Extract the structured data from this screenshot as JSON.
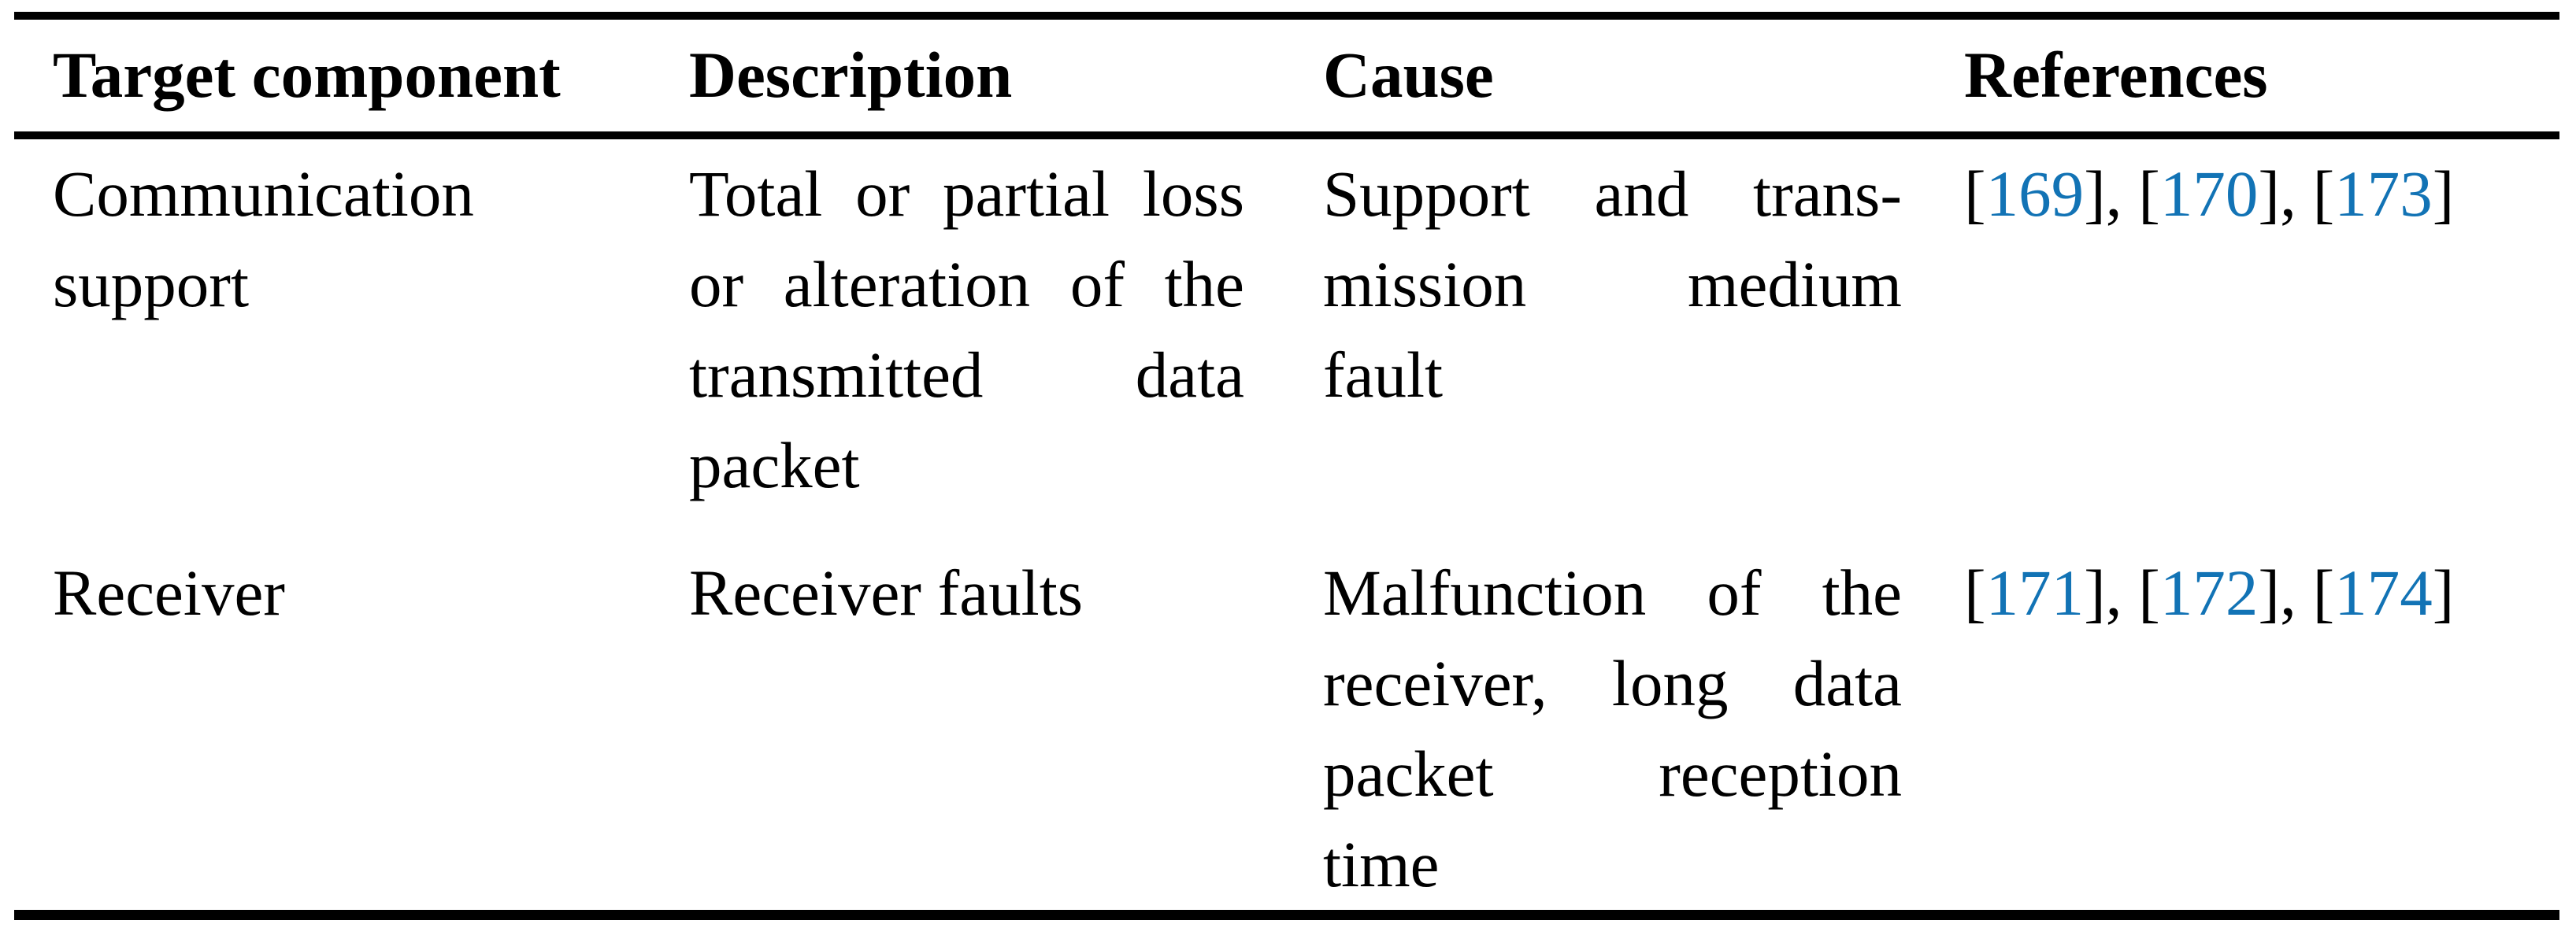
{
  "page": {
    "background": "#ffffff",
    "kind": "academic-paper-table"
  },
  "colors": {
    "text": "#000000",
    "rule": "#000000",
    "citation": "#1273b5"
  },
  "table": {
    "columns": [
      {
        "label": "Target component"
      },
      {
        "label": "Description"
      },
      {
        "label": "Cause"
      },
      {
        "label": "References"
      }
    ],
    "rows": [
      {
        "target_component": {
          "text": "Communication support",
          "lines": [
            "Communication",
            "support"
          ]
        },
        "description": {
          "text": "Total or partial loss or alteration of the transmitted data packet",
          "lines": [
            "Total or partial loss",
            "or alteration of the",
            "transmitted data",
            "packet"
          ]
        },
        "cause": {
          "text": "Support and transmission medium fault",
          "lines": [
            "Support and trans-",
            "mission medium",
            "fault"
          ]
        },
        "references": {
          "display": "[169], [170], [173]",
          "numbers": [
            "169",
            "170",
            "173"
          ]
        }
      },
      {
        "target_component": {
          "text": "Receiver",
          "lines": [
            "Receiver"
          ]
        },
        "description": {
          "text": "Receiver faults",
          "lines": [
            "Receiver faults"
          ]
        },
        "cause": {
          "text": "Malfunction of the receiver, long data packet reception time",
          "lines": [
            "Malfunction of the",
            "receiver, long data",
            "packet reception",
            "time"
          ]
        },
        "references": {
          "display": "[171], [172], [174]",
          "numbers": [
            "171",
            "172",
            "174"
          ]
        }
      }
    ]
  }
}
